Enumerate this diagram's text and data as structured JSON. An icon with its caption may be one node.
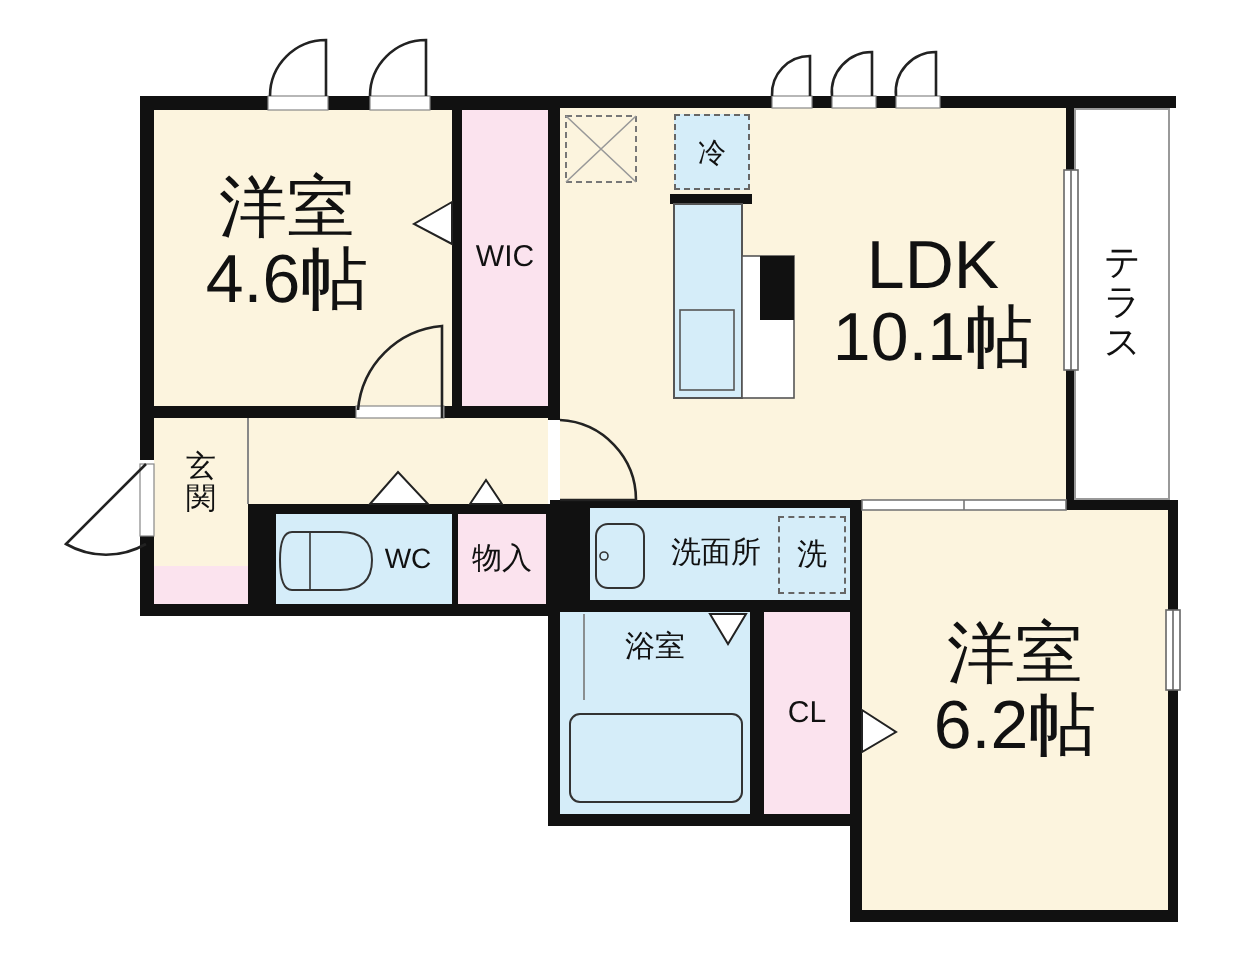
{
  "diagram": {
    "nodes": [
      {
        "text": [
          "洋室",
          "4.6帖"
        ]
      },
      {
        "text": [
          "WIC"
        ]
      },
      {
        "text": [
          "LDK",
          "10.1帖"
        ]
      },
      {
        "text": [
          "冷"
        ],
        "in": 2
      },
      {
        "text": [
          "テラス"
        ]
      },
      {
        "text": [
          "玄関"
        ]
      },
      {
        "text": [
          "WC"
        ]
      },
      {
        "text": [
          "物入"
        ]
      },
      {
        "text": [
          "洗面所"
        ]
      },
      {
        "text": [
          "洗"
        ],
        "in": 8
      },
      {
        "text": [
          "浴室"
        ]
      },
      {
        "text": [
          "CL"
        ]
      },
      {
        "text": [
          "洋室",
          "6.2帖"
        ]
      }
    ]
  }
}
